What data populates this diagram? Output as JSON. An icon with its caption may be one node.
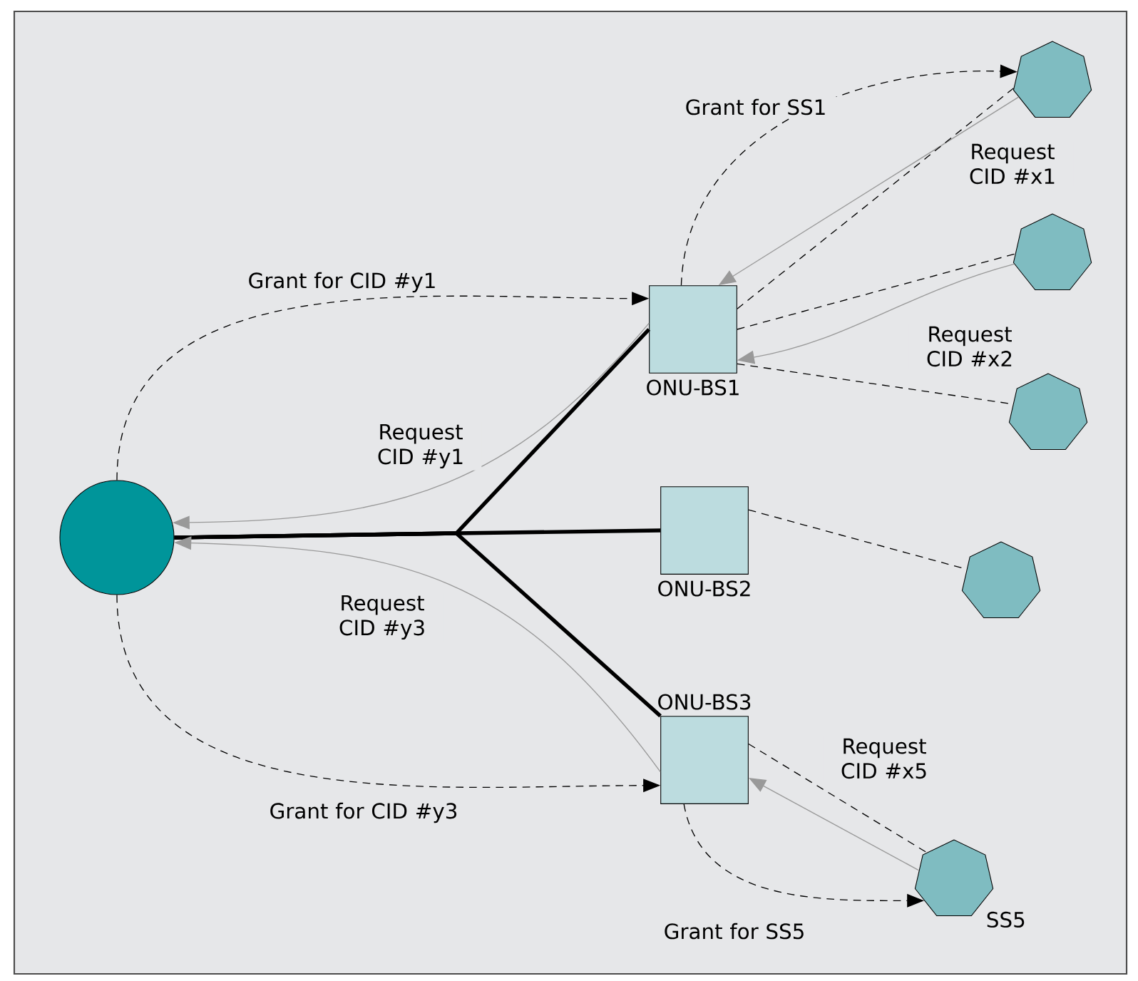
{
  "diagram": {
    "nodes": [
      {
        "text": [],
        "shape": "circle"
      },
      {
        "text": [
          "ONU-BS1"
        ]
      },
      {
        "text": [
          "ONU-BS2"
        ]
      },
      {
        "text": [
          "ONU-BS3"
        ]
      },
      {
        "text": [],
        "shape": "heptagon"
      },
      {
        "text": [],
        "shape": "heptagon"
      },
      {
        "text": [],
        "shape": "heptagon"
      },
      {
        "text": [],
        "shape": "heptagon"
      },
      {
        "text": [
          "SS5"
        ]
      }
    ],
    "edges": [
      {
        "from": 0,
        "to": 1,
        "arrow": "none",
        "style": "thick"
      },
      {
        "from": 0,
        "to": 2,
        "arrow": "none",
        "style": "thick"
      },
      {
        "from": 0,
        "to": 3,
        "arrow": "none",
        "style": "thick"
      },
      {
        "from": 0,
        "to": 1,
        "arrow": "to",
        "style": "dashed",
        "label": "Grant for CID #y1"
      },
      {
        "from": 1,
        "to": 0,
        "arrow": "to",
        "color": "#999999",
        "label": "Request CID #y1"
      },
      {
        "from": 3,
        "to": 0,
        "arrow": "to",
        "color": "#999999",
        "label": "Request CID #y3"
      },
      {
        "from": 0,
        "to": 3,
        "arrow": "to",
        "style": "dashed",
        "label": "Grant for CID #y3"
      },
      {
        "from": 1,
        "to": 4,
        "arrow": "to",
        "style": "dashed",
        "label": "Grant for SS1"
      },
      {
        "from": 4,
        "to": 1,
        "arrow": "to",
        "color": "#999999",
        "label": "Request CID #x1"
      },
      {
        "from": 1,
        "to": 4,
        "arrow": "none",
        "style": "dashed"
      },
      {
        "from": 1,
        "to": 5,
        "arrow": "none",
        "style": "dashed"
      },
      {
        "from": 5,
        "to": 1,
        "arrow": "to",
        "color": "#999999",
        "label": "Request CID #x2"
      },
      {
        "from": 1,
        "to": 6,
        "arrow": "none",
        "style": "dashed"
      },
      {
        "from": 2,
        "to": 7,
        "arrow": "none",
        "style": "dashed"
      },
      {
        "from": 3,
        "to": 8,
        "arrow": "none",
        "style": "dashed",
        "label": "Request CID #x5"
      },
      {
        "from": 8,
        "to": 3,
        "arrow": "to",
        "color": "#999999"
      },
      {
        "from": 3,
        "to": 8,
        "arrow": "to",
        "style": "dashed",
        "label": "Grant for SS5"
      }
    ]
  }
}
